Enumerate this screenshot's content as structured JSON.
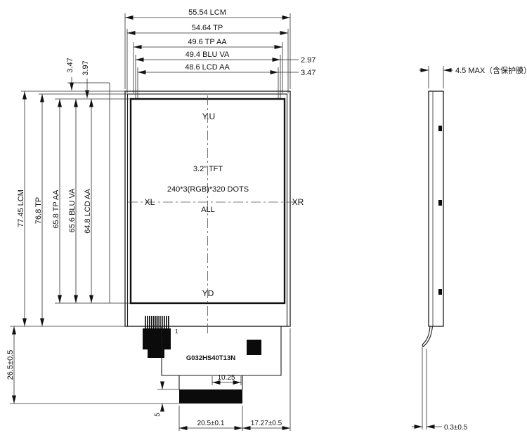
{
  "drawing": {
    "front": {
      "top_dims": [
        "55.54 LCM",
        "54.64 TP",
        "49.6 TP AA",
        "49.4 BLU VA",
        "48.6 LCD AA"
      ],
      "right_gap_dims": [
        "2.97",
        "3.47"
      ],
      "left_gap_dims": [
        "3.47",
        "3.97"
      ],
      "left_dims": [
        "77.45 LCM",
        "76.8 TP",
        "65.8 TP AA",
        "65.6 BLU VA",
        "64.8 LCD AA"
      ],
      "bottom_left_dim": "26.5±0.5",
      "center": {
        "top_mark": "Y.U",
        "size": "3.2\" TFT",
        "resolution": "240*3(RGB)*320 DOTS",
        "note": "ALL",
        "left_mark": "XL",
        "right_mark": "XR",
        "bottom_mark": "YD"
      },
      "part_number": "G032HS40T13N",
      "pin1_label": "1",
      "fpc_dims": {
        "tail_width": "10.25",
        "stiffener_width": "20.5±0.1",
        "right_offset": "17.27±0.5",
        "stiffener_height": "5"
      }
    },
    "side": {
      "thickness": "4.5 MAX（含保护膜）",
      "fpc_thickness": "0.3±0.5"
    },
    "colors": {
      "line": "#1a1a1a",
      "fill": "#000000",
      "background": "#ffffff"
    }
  }
}
